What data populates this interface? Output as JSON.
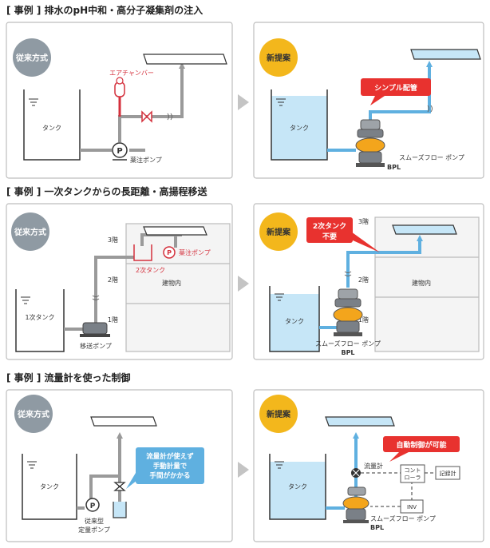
{
  "sections": [
    {
      "heading": "[ 事例 ] 排水のpH中和・高分子凝集剤の注入",
      "old": {
        "badge": "従来方式",
        "tank": "タンク",
        "pump": "薬注ポンプ",
        "chamber": "エアチャンバー",
        "pump_mark": "P"
      },
      "new": {
        "badge": "新提案",
        "tank": "タンク",
        "callout": "シンプル配管",
        "pump_name": "スムーズフロー ポンプ",
        "pump_model": "BPL"
      }
    },
    {
      "heading": "[ 事例 ] 一次タンクからの長距離・高揚程移送",
      "old": {
        "badge": "従来方式",
        "tank": "1次タンク",
        "transfer_pump": "移送ポンプ",
        "sub_tank": "2次タンク",
        "pump": "薬注ポンプ",
        "building": "建物内",
        "floor3": "3階",
        "floor2": "2階",
        "floor1": "1階",
        "pump_mark": "P"
      },
      "new": {
        "badge": "新提案",
        "tank": "タンク",
        "callout_line1": "2次タンク",
        "callout_line2": "不要",
        "building": "建物内",
        "floor3": "3階",
        "floor2": "2階",
        "floor1": "1階",
        "pump_name": "スムーズフロー ポンプ",
        "pump_model": "BPL"
      }
    },
    {
      "heading": "[ 事例 ] 流量計を使った制御",
      "old": {
        "badge": "従来方式",
        "tank": "タンク",
        "pump_line1": "従来型",
        "pump_line2": "定量ポンプ",
        "note_line1": "流量計が使えず",
        "note_line2": "手動計量で",
        "note_line3": "手間がかかる",
        "pump_mark": "P"
      },
      "new": {
        "badge": "新提案",
        "tank": "タンク",
        "callout": "自動制御が可能",
        "flowmeter": "流量計",
        "controller_line1": "コント",
        "controller_line2": "ローラ",
        "recorder": "記録計",
        "inv": "INV",
        "pump_name": "スムーズフロー ポンプ",
        "pump_model": "BPL"
      }
    }
  ],
  "colors": {
    "pipe_gray": "#9a9a9a",
    "pipe_blue": "#5fb0e0",
    "tank_water": "#c6e6f7",
    "callout_red": "#e8322f",
    "badge_yellow": "#f3b71c",
    "old_badge": "#8f9aa3",
    "accent_red": "#d4303c",
    "arrow_gray": "#c4c4c4"
  }
}
